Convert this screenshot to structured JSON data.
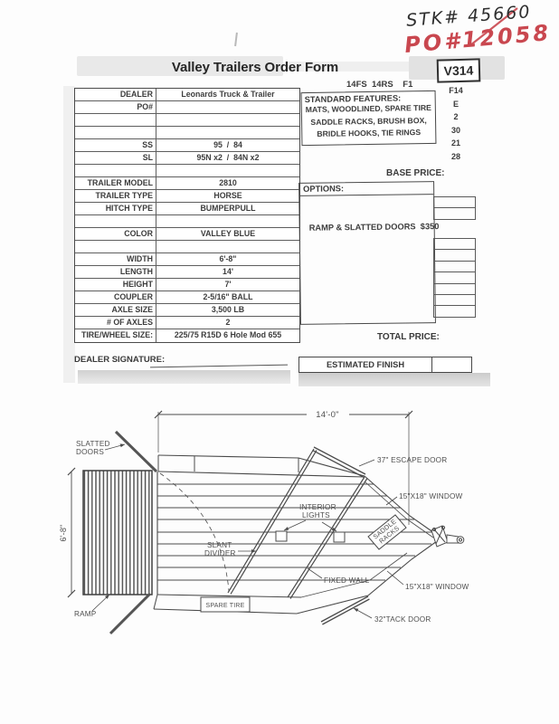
{
  "annotations": {
    "stock_number": "STK# 45660",
    "po_number": "PO#12058"
  },
  "form": {
    "title": "Valley Trailers Order Form",
    "form_code": "V314",
    "model_codes": "14FS  14RS    F1",
    "right_codes": [
      "F14",
      "E",
      "2",
      "30",
      "21",
      "28"
    ],
    "spec_table": {
      "rows": [
        {
          "label": "DEALER",
          "value": "Leonards Truck & Trailer"
        },
        {
          "label": "PO#",
          "value": ""
        },
        {
          "label": "",
          "value": ""
        },
        {
          "label": "",
          "value": ""
        },
        {
          "label": "SS",
          "value": "95  /  84"
        },
        {
          "label": "SL",
          "value": "95N x2  /  84N x2"
        },
        {
          "label": "",
          "value": ""
        },
        {
          "label": "TRAILER MODEL",
          "value": "2810"
        },
        {
          "label": "TRAILER TYPE",
          "value": "HORSE"
        },
        {
          "label": "HITCH TYPE",
          "value": "BUMPERPULL"
        },
        {
          "label": "",
          "value": ""
        },
        {
          "label": "COLOR",
          "value": "VALLEY BLUE"
        },
        {
          "label": "",
          "value": ""
        },
        {
          "label": "WIDTH",
          "value": "6'-8\""
        },
        {
          "label": "LENGTH",
          "value": "14'"
        },
        {
          "label": "HEIGHT",
          "value": "7'"
        },
        {
          "label": "COUPLER",
          "value": "2-5/16\" BALL"
        },
        {
          "label": "AXLE SIZE",
          "value": "3,500 LB"
        },
        {
          "label": "# OF AXLES",
          "value": "2"
        },
        {
          "label": "TIRE/WHEEL SIZE:",
          "value": "225/75 R15D 6 Hole Mod 655"
        }
      ]
    },
    "dealer_signature_label": "DEALER SIGNATURE:",
    "standard_features": {
      "heading": "STANDARD FEATURES:",
      "lines": [
        "MATS, WOODLINED, SPARE TIRE",
        "SADDLE RACKS, BRUSH BOX,",
        "BRIDLE HOOKS, TIE RINGS"
      ]
    },
    "base_price_label": "BASE PRICE:",
    "options": {
      "heading": "OPTIONS:",
      "line": "RAMP & SLATTED DOORS  $350"
    },
    "total_price_label": "TOTAL PRICE:",
    "estimated_finish_label": "ESTIMATED FINISH"
  },
  "diagram": {
    "dim_length": "14'-0\"",
    "dim_height": "6'-8\"",
    "labels": {
      "slatted_doors": [
        "SLATTED",
        "DOORS"
      ],
      "ramp": "RAMP",
      "escape_door": "37\" ESCAPE DOOR",
      "window_top": "15\"X18\" WINDOW",
      "window_bottom": "15\"X18\" WINDOW",
      "tack_door": "32\"TACK DOOR",
      "interior_lights": [
        "INTERIOR",
        "LIGHTS"
      ],
      "slant_divider": [
        "SLANT",
        "DIVIDER"
      ],
      "fixed_wall": "FIXED WALL",
      "saddle_racks": [
        "SADDLE",
        "RACKS"
      ],
      "spare_tire": "SPARE TIRE"
    }
  },
  "colors": {
    "ink_red": "#c9474f",
    "line_gray": "#4a4a4a",
    "shadow_gray": "#c9c9c9"
  }
}
